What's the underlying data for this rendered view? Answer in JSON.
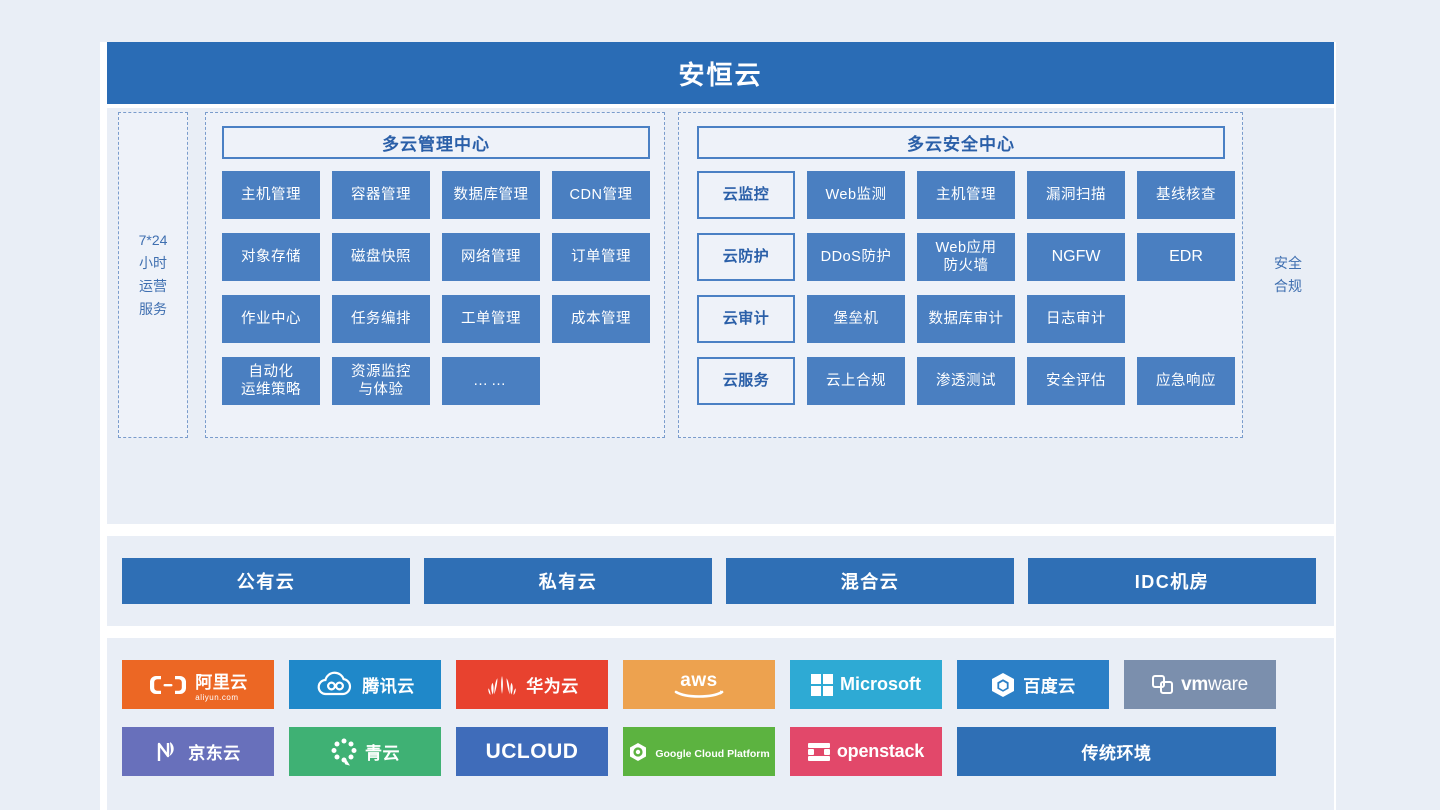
{
  "header": {
    "title": "安恒云"
  },
  "side": {
    "ops_label_lines": [
      "7*24",
      "小时",
      "运营",
      "服务"
    ],
    "compliance_label_lines": [
      "安全",
      "合规"
    ]
  },
  "centers": [
    {
      "id": "multi-cloud-management-center",
      "title": "多云管理中心",
      "rows": [
        [
          {
            "label": "主机管理",
            "style": "fill"
          },
          {
            "label": "容器管理",
            "style": "fill"
          },
          {
            "label": "数据库管理",
            "style": "fill"
          },
          {
            "label": "CDN管理",
            "style": "fill"
          }
        ],
        [
          {
            "label": "对象存储",
            "style": "fill"
          },
          {
            "label": "磁盘快照",
            "style": "fill"
          },
          {
            "label": "网络管理",
            "style": "fill"
          },
          {
            "label": "订单管理",
            "style": "fill"
          }
        ],
        [
          {
            "label": "作业中心",
            "style": "fill"
          },
          {
            "label": "任务编排",
            "style": "fill"
          },
          {
            "label": "工单管理",
            "style": "fill"
          },
          {
            "label": "成本管理",
            "style": "fill"
          }
        ],
        [
          {
            "label": "自动化\n运维策略",
            "style": "fill"
          },
          {
            "label": "资源监控\n与体验",
            "style": "fill"
          },
          {
            "label": "……",
            "style": "dots"
          },
          {
            "label": "",
            "style": "empty"
          }
        ]
      ]
    },
    {
      "id": "multi-cloud-security-center",
      "title": "多云安全中心",
      "rows": [
        [
          {
            "label": "云监控",
            "style": "tag"
          },
          {
            "label": "Web监测",
            "style": "fill"
          },
          {
            "label": "主机管理",
            "style": "fill"
          },
          {
            "label": "漏洞扫描",
            "style": "fill"
          },
          {
            "label": "基线核查",
            "style": "fill"
          }
        ],
        [
          {
            "label": "云防护",
            "style": "tag"
          },
          {
            "label": "DDoS防护",
            "style": "fill"
          },
          {
            "label": "Web应用\n防火墙",
            "style": "fill"
          },
          {
            "label": "NGFW",
            "style": "latin"
          },
          {
            "label": "EDR",
            "style": "latin"
          }
        ],
        [
          {
            "label": "云审计",
            "style": "tag"
          },
          {
            "label": "堡垒机",
            "style": "fill"
          },
          {
            "label": "数据库审计",
            "style": "fill"
          },
          {
            "label": "日志审计",
            "style": "fill"
          },
          {
            "label": "",
            "style": "empty"
          }
        ],
        [
          {
            "label": "云服务",
            "style": "tag"
          },
          {
            "label": "云上合规",
            "style": "fill"
          },
          {
            "label": "渗透测试",
            "style": "fill"
          },
          {
            "label": "安全评估",
            "style": "fill"
          },
          {
            "label": "应急响应",
            "style": "fill"
          }
        ]
      ]
    }
  ],
  "cloud_types": [
    {
      "label": "公有云"
    },
    {
      "label": "私有云"
    },
    {
      "label": "混合云"
    },
    {
      "label": "IDC机房"
    }
  ],
  "vendors": [
    {
      "name": "aliyun",
      "label": "阿里云",
      "sub": "aliyun.com",
      "bg": "#ec6724",
      "mark": "aliyun-logo-icon"
    },
    {
      "name": "tencent",
      "label": "腾讯云",
      "sub": "",
      "bg": "#1f88c9",
      "mark": "tencent-cloud-logo-icon"
    },
    {
      "name": "huawei",
      "label": "华为云",
      "sub": "",
      "bg": "#e8422f",
      "mark": "huawei-logo-icon"
    },
    {
      "name": "aws",
      "label": "aws",
      "sub": "",
      "bg": "#eda24f",
      "mark": "aws-logo-icon"
    },
    {
      "name": "microsoft",
      "label": "Microsoft",
      "sub": "",
      "bg": "#2eaad4",
      "mark": "microsoft-logo-icon"
    },
    {
      "name": "baidu",
      "label": "百度云",
      "sub": "",
      "bg": "#2b7fc6",
      "mark": "baidu-cloud-logo-icon"
    },
    {
      "name": "vmware",
      "label": "vmware",
      "sub": "",
      "bg": "#7b8fad",
      "mark": "vmware-logo-icon"
    },
    {
      "name": "jd",
      "label": "京东云",
      "sub": "",
      "bg": "#6870bb",
      "mark": "jd-cloud-logo-icon"
    },
    {
      "name": "qingcloud",
      "label": "青云",
      "sub": "",
      "bg": "#3fb174",
      "mark": "qingcloud-logo-icon"
    },
    {
      "name": "ucloud",
      "label": "UCLOUD",
      "sub": "",
      "bg": "#3f6cba",
      "mark": ""
    },
    {
      "name": "gcp",
      "label": "Google Cloud Platform",
      "sub": "",
      "bg": "#5cb340",
      "mark": "google-cloud-logo-icon"
    },
    {
      "name": "openstack",
      "label": "openstack",
      "sub": "",
      "bg": "#e2486a",
      "mark": "openstack-logo-icon"
    },
    {
      "name": "legacy",
      "label": "传统环境",
      "sub": "",
      "bg": "#2f6fb5",
      "mark": ""
    }
  ],
  "colors": {
    "page_bg": "#e9eef6",
    "card_bg": "#ffffff",
    "header_blue": "#2a6cb5",
    "cell_blue": "#4a7fc1",
    "panel_bg": "#e9eef6",
    "dashed_border": "#7a9ccc",
    "title_text": "#2a5fa8"
  }
}
